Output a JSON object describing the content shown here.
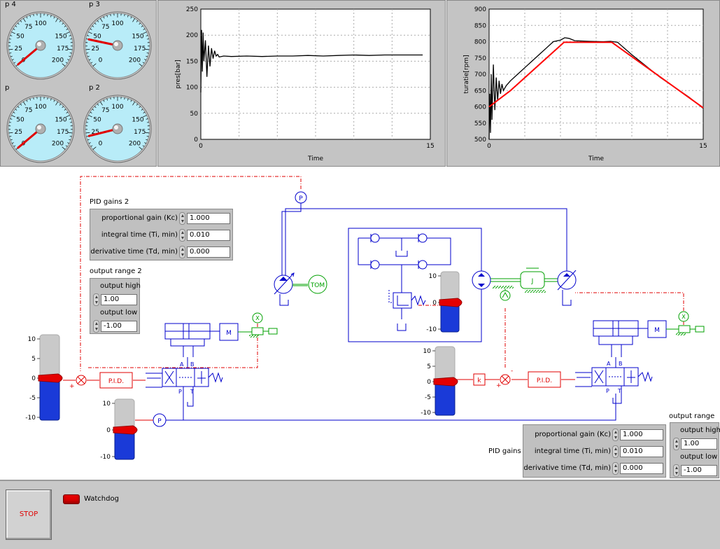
{
  "gauges": [
    {
      "id": "p4",
      "label": "p 4",
      "value": 0
    },
    {
      "id": "p3",
      "label": "p 3",
      "value": 40
    },
    {
      "id": "p",
      "label": "p",
      "value": 0
    },
    {
      "id": "p2",
      "label": "p 2",
      "value": 20
    }
  ],
  "gauge_scale": {
    "ticks": [
      "0",
      "25",
      "50",
      "75",
      "100",
      "150",
      "175",
      "200"
    ]
  },
  "chart_data": [
    {
      "type": "line",
      "title": "",
      "xlabel": "Time",
      "ylabel": "pres[bar]",
      "xlim": [
        0,
        15
      ],
      "ylim": [
        0,
        250
      ],
      "xticks": [
        "0",
        "15"
      ],
      "yticks": [
        "0",
        "50",
        "100",
        "150",
        "200",
        "250"
      ],
      "grid": true,
      "series": [
        {
          "color": "#000000",
          "x": [
            0.0,
            0.05,
            0.1,
            0.15,
            0.2,
            0.3,
            0.4,
            0.5,
            0.6,
            0.7,
            0.8,
            0.9,
            1.0,
            1.1,
            1.2,
            1.5,
            2,
            3,
            4,
            5,
            6,
            7,
            8,
            9,
            10,
            11,
            12,
            13,
            14,
            14.5
          ],
          "y": [
            90,
            210,
            130,
            205,
            150,
            190,
            120,
            180,
            140,
            175,
            155,
            170,
            160,
            163,
            158,
            160,
            159,
            160,
            159,
            160,
            160,
            161,
            160,
            161,
            162,
            161,
            162,
            162,
            162,
            162
          ]
        }
      ]
    },
    {
      "type": "line",
      "title": "",
      "xlabel": "Time",
      "ylabel": "turatie[rpm]",
      "xlim": [
        0,
        15
      ],
      "ylim": [
        500,
        900
      ],
      "xticks": [
        "0",
        "15"
      ],
      "yticks": [
        "500",
        "550",
        "600",
        "650",
        "700",
        "750",
        "800",
        "850",
        "900"
      ],
      "grid": true,
      "series": [
        {
          "color": "#000000",
          "x": [
            0.0,
            0.05,
            0.1,
            0.15,
            0.2,
            0.3,
            0.4,
            0.5,
            0.6,
            0.7,
            0.8,
            0.9,
            1.0,
            1.2,
            1.5,
            2,
            2.5,
            3,
            3.5,
            4,
            4.5,
            5,
            5.3,
            5.6,
            6,
            7,
            8,
            8.5,
            9,
            10,
            11,
            12,
            13,
            14,
            15
          ],
          "y": [
            500,
            640,
            520,
            700,
            560,
            730,
            590,
            690,
            620,
            680,
            640,
            670,
            650,
            665,
            680,
            700,
            720,
            740,
            760,
            780,
            800,
            805,
            812,
            810,
            803,
            801,
            800,
            801,
            798,
            760,
            725,
            690,
            660,
            630,
            595
          ]
        },
        {
          "color": "#ff0000",
          "x": [
            0,
            1.5,
            5.25,
            8.6,
            15
          ],
          "y": [
            600,
            650,
            798,
            798,
            597
          ]
        }
      ]
    }
  ],
  "pid2": {
    "title": "PID gains 2",
    "rows": [
      {
        "label": "proportional gain (Kc)",
        "value": "1.000"
      },
      {
        "label": "integral time (Ti, min)",
        "value": "0.010"
      },
      {
        "label": "derivative time (Td, min)",
        "value": "0.000"
      }
    ]
  },
  "range2": {
    "title": "output range 2",
    "high_label": "output high",
    "high": "1.00",
    "low_label": "output low",
    "low": "-1.00"
  },
  "pid1": {
    "title": "PID gains",
    "rows": [
      {
        "label": "proportional gain (Kc)",
        "value": "1.000"
      },
      {
        "label": "integral time (Ti, min)",
        "value": "0.010"
      },
      {
        "label": "derivative time (Td, min)",
        "value": "0.000"
      }
    ]
  },
  "range1": {
    "title": "output range",
    "high_label": "output high",
    "high": "1.00",
    "low_label": "output low",
    "low": "-1.00"
  },
  "sliders": [
    {
      "id": "slider-left",
      "ticks": [
        "10",
        "5",
        "0",
        "-5",
        "-10"
      ],
      "value": 0
    },
    {
      "id": "slider-pump",
      "ticks": [
        "10",
        "0",
        "-10"
      ],
      "value": 0
    },
    {
      "id": "slider-relief",
      "ticks": [
        "10",
        "0",
        "-10"
      ],
      "value": 0
    },
    {
      "id": "slider-mid",
      "ticks": [
        "10",
        "5",
        "0",
        "-5",
        "-10"
      ],
      "value": 0
    }
  ],
  "diagram": {
    "pid_block": "P.I.D.",
    "gain_block": "k",
    "pressure_sensor": "P",
    "tom": "TOM",
    "motor": "M",
    "inertia": "J",
    "valve_ports": [
      "A",
      "B",
      "P",
      "T"
    ],
    "sign_plus": "+",
    "sign_minus": "-",
    "sensor_x": "X"
  },
  "stop": {
    "label": "STOP"
  },
  "watchdog": {
    "label": "Watchdog",
    "color": "#e40000"
  },
  "colors": {
    "hydraulic": "#0000cc",
    "signal": "#e00000",
    "mechanical": "#00a000",
    "gauge_face": "#b8ecf8"
  }
}
